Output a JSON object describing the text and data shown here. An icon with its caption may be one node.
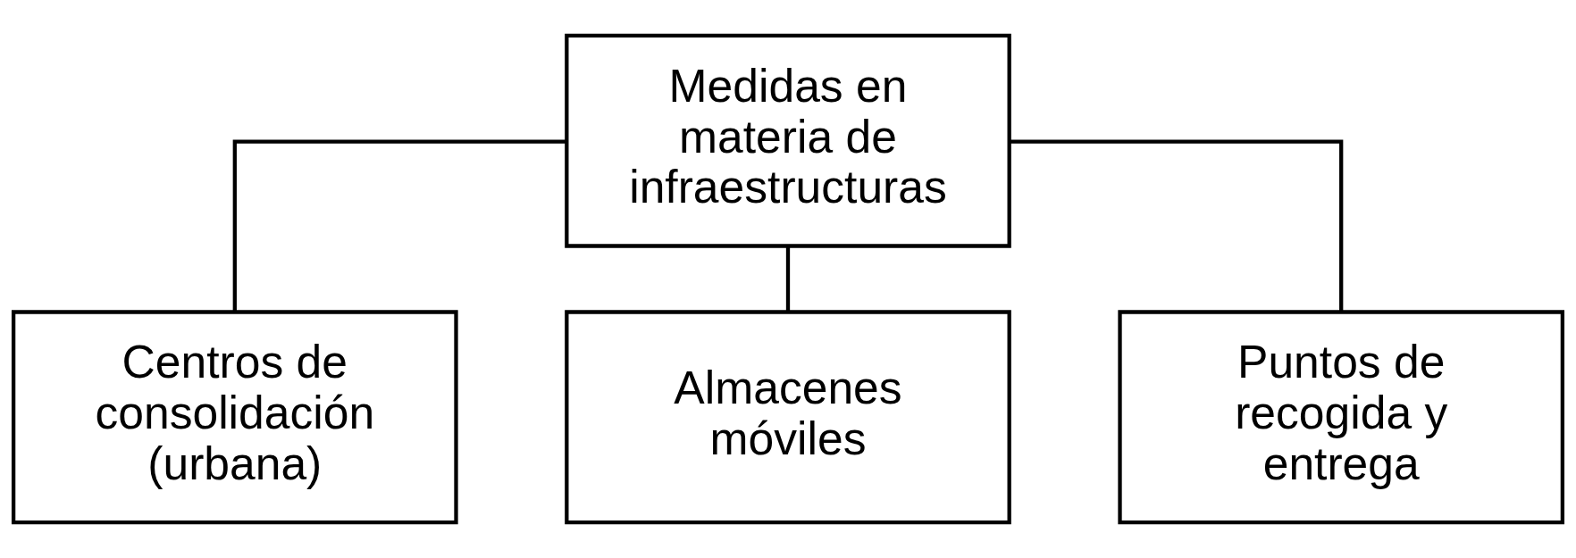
{
  "diagram": {
    "nodes": [
      {
        "text": [
          "Medidas en materia de infraestructuras"
        ]
      },
      {
        "text": [
          "Centros de consolidación (urbana)"
        ]
      },
      {
        "text": [
          "Almacenes móviles"
        ]
      },
      {
        "text": [
          "Puntos de recogida y entrega"
        ]
      }
    ],
    "edges": [
      {
        "from": 0,
        "to": 1,
        "arrow": "none"
      },
      {
        "from": 0,
        "to": 2,
        "arrow": "none"
      },
      {
        "from": 0,
        "to": 3,
        "arrow": "none"
      }
    ]
  }
}
